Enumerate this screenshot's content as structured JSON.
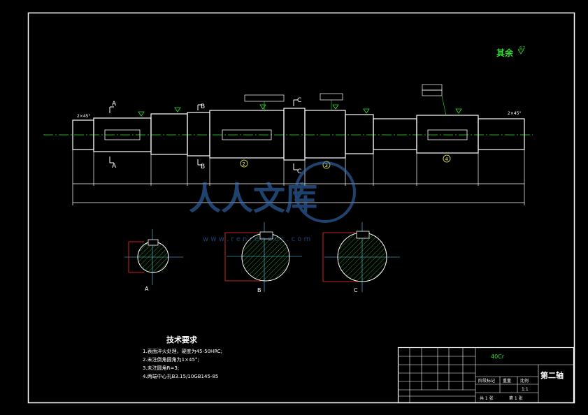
{
  "drawing": {
    "remaining_roughness": "其余",
    "roughness_value": "6.3",
    "section_labels": [
      "A",
      "A",
      "B",
      "B",
      "C",
      "C"
    ],
    "balloons": [
      "2",
      "3",
      "4"
    ],
    "dim_left_chamfer": "2×45°",
    "dim_right_chamfer": "2×45°"
  },
  "tech_requirements": {
    "title": "技术要求",
    "items": [
      "1.表面淬火处理，硬度为45-50HRC;",
      "2.未注倒角圆角为1×45°;",
      "3.未注圆角R=3;",
      "4.两端中心孔B3.15/10GB145-85"
    ]
  },
  "title_block": {
    "drawing_name": "第二轴",
    "material": "40Cr",
    "sheet_total": "共 1 张",
    "sheet_no": "第 1 张",
    "headers": [
      "阶段标记",
      "重量",
      "比例"
    ],
    "scale": "1:1"
  },
  "watermark": {
    "text": "人人文库",
    "url": "w w w . r e n r e n d o c . c o m"
  },
  "colors": {
    "border": "#ffffff",
    "outline": "#ffffff",
    "centerline": "#2fe02f",
    "dimension": "#2fe02f",
    "section": "#ff3030",
    "hatch": "#2fe02f",
    "annotation": "#f2f24d",
    "watermark": "#3a78c8"
  }
}
